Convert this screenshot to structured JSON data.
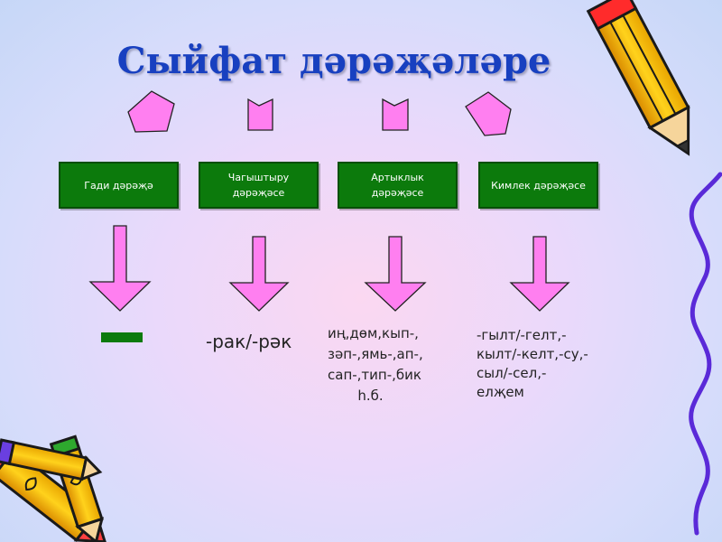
{
  "title": "Сыйфат дәрәҗәләре",
  "categories": [
    {
      "label": "Гади дәрәҗә"
    },
    {
      "label": "Чагыштыру дәрәҗәсе"
    },
    {
      "label": "Артыклык дәрәҗәсе"
    },
    {
      "label": "Кимлек дәрәҗәсе"
    }
  ],
  "suffixes": [
    {
      "text": ""
    },
    {
      "text": "-рак/-рәк"
    },
    {
      "text": "иң,дөм,кып-,\nзәп-,ямь-,ап-,\nсап-,тип-,бик\n       һ.б."
    },
    {
      "text": "-гылт/-гелт,-\nкылт/-келт,-су,-\nсыл/-сел,-\nелҗем"
    }
  ],
  "colors": {
    "title": "#1840c0",
    "box_fill": "#0c7a0c",
    "arrow_fill": "#ff7ff0",
    "dash": "#0c7a0c"
  },
  "icons": [
    "pencil-icon",
    "pencil-icon",
    "crayon-icon",
    "crayon-icon"
  ]
}
